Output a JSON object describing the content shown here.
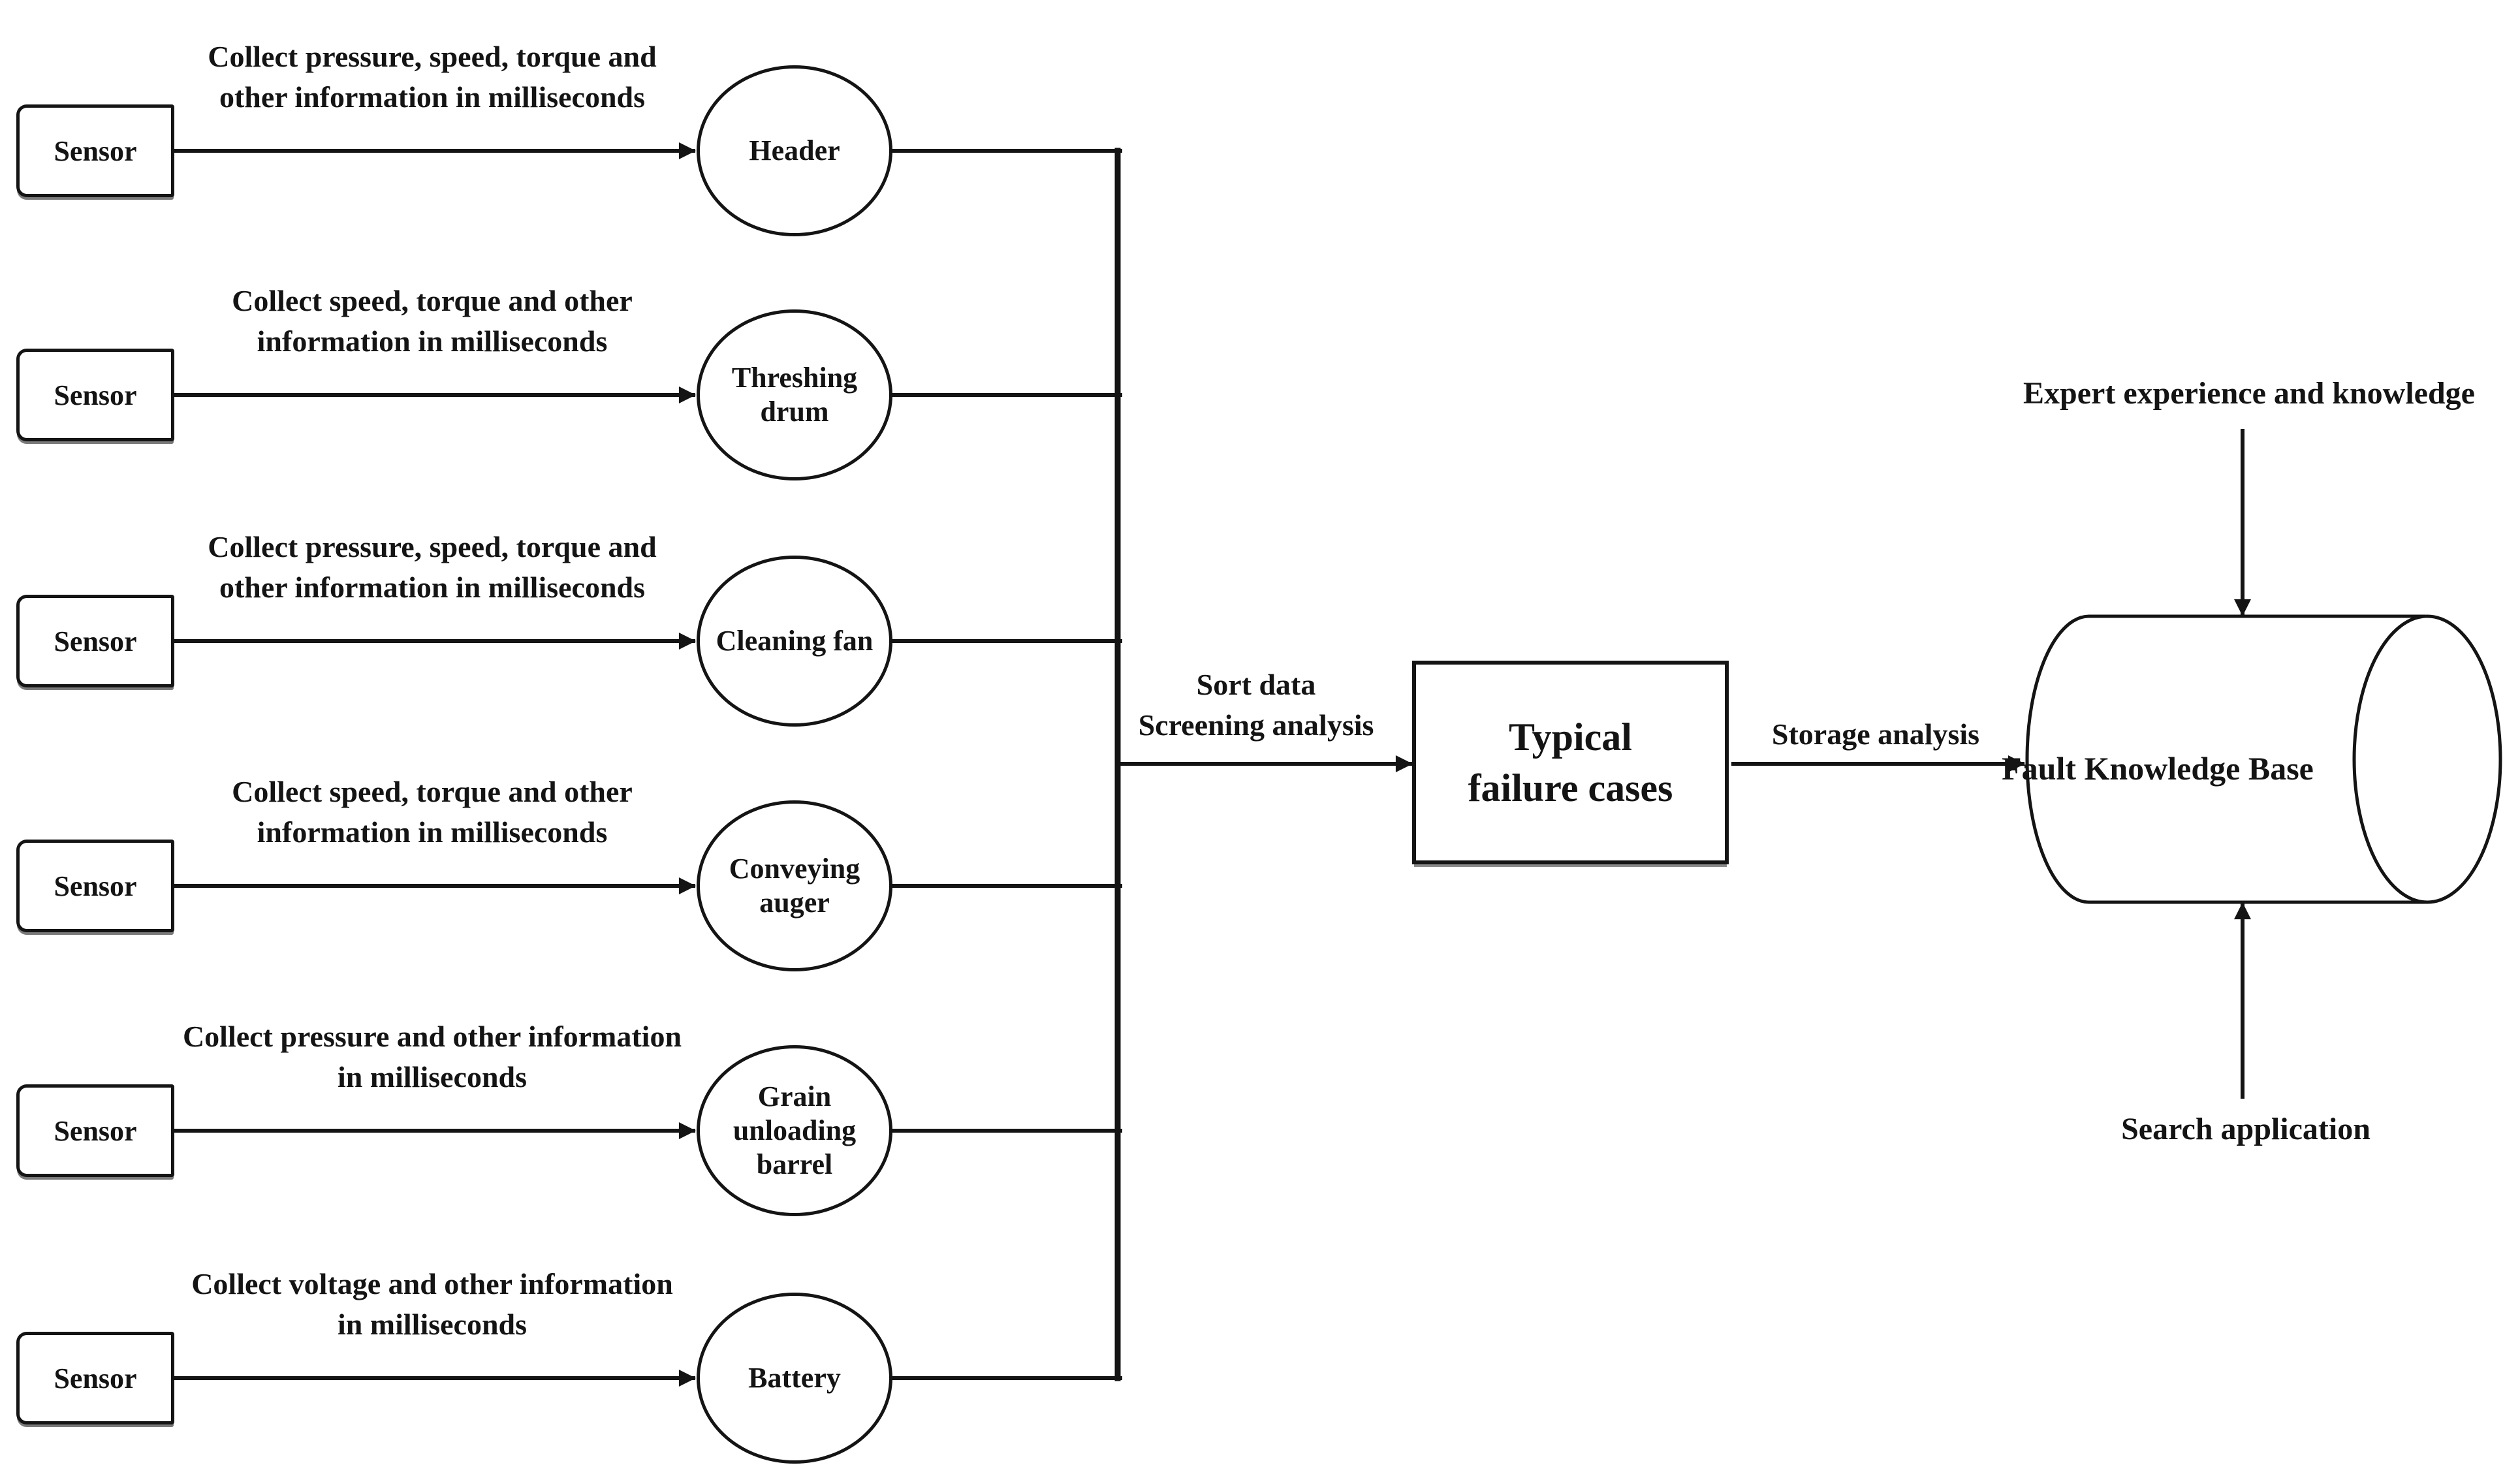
{
  "diagram": {
    "title_semantic": "Combine harvester sensor data to fault knowledge base flow",
    "colors": {
      "ink": "#141414",
      "background": "#ffffff"
    },
    "rows": [
      {
        "sensor": "Sensor",
        "label": "Collect pressure, speed, torque and\nother information in milliseconds",
        "node": "Header"
      },
      {
        "sensor": "Sensor",
        "label": "Collect speed, torque and other\ninformation in milliseconds",
        "node": "Threshing\ndrum"
      },
      {
        "sensor": "Sensor",
        "label": "Collect pressure, speed, torque and\nother information in milliseconds",
        "node": "Cleaning fan"
      },
      {
        "sensor": "Sensor",
        "label": "Collect speed, torque and other\ninformation in milliseconds",
        "node": "Conveying\nauger"
      },
      {
        "sensor": "Sensor",
        "label": "Collect pressure and other information\nin milliseconds",
        "node": "Grain\nunloading\nbarrel"
      },
      {
        "sensor": "Sensor",
        "label": "Collect voltage and other information\nin milliseconds",
        "node": "Battery"
      }
    ],
    "pipeline": {
      "sort_label": "Sort data\nScreening analysis",
      "failure_box": "Typical\nfailure cases",
      "storage_label": "Storage analysis",
      "knowledge_base": "Fault Knowledge Base",
      "expert_label": "Expert experience and knowledge",
      "search_label": "Search application"
    }
  }
}
